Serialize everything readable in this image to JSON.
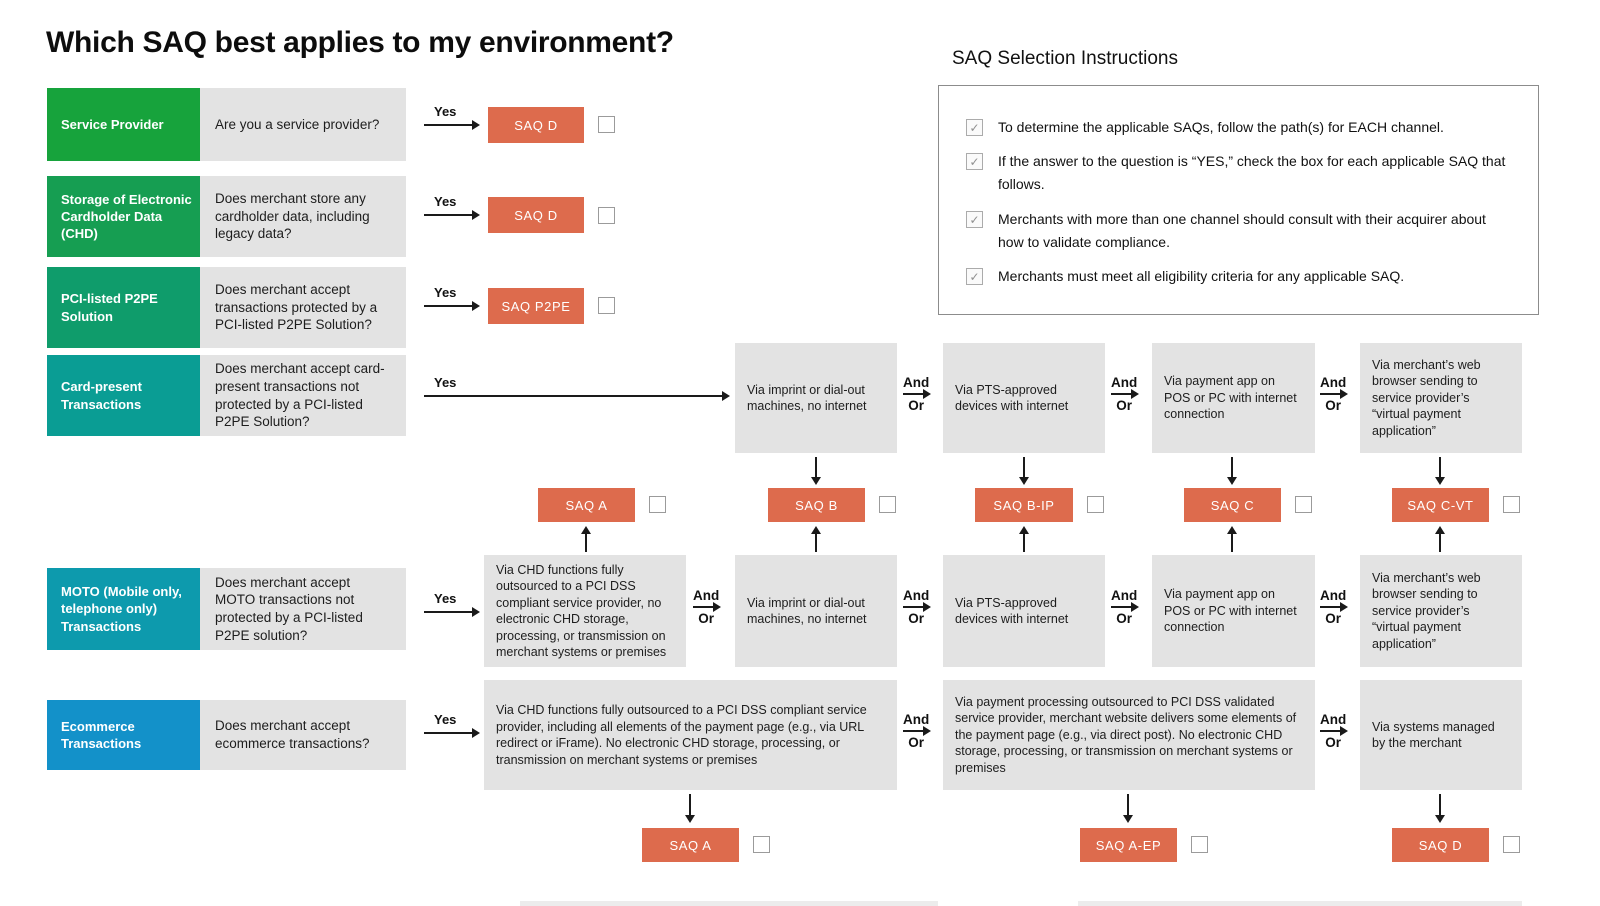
{
  "title": "Which SAQ best applies to my environment?",
  "instructions": {
    "title": "SAQ Selection Instructions",
    "items": [
      "To determine the applicable SAQs, follow the path(s) for EACH channel.",
      "If the answer to the question is “YES,” check the box for each applicable SAQ that follows.",
      "Merchants with more than one channel should consult with their acquirer about how to validate compliance.",
      "Merchants must meet all eligibility criteria for any applicable SAQ."
    ]
  },
  "labels": {
    "yes": "Yes",
    "and": "And",
    "or": "Or"
  },
  "icons": {
    "check": "✓"
  },
  "rows": [
    {
      "label": "Service Provider",
      "question": "Are you a service provider?",
      "color": "#17a33c"
    },
    {
      "label": "Storage of Electronic Cardholder Data (CHD)",
      "question": "Does merchant store any cardholder data, including legacy data?",
      "color": "#169e52"
    },
    {
      "label": "PCI-listed P2PE Solution",
      "question": "Does merchant accept transactions protected by a PCI-listed P2PE Solution?",
      "color": "#0f9c6b"
    },
    {
      "label": "Card-present Transactions",
      "question": "Does merchant accept card-present transactions not protected by a PCI-listed P2PE Solution?",
      "color": "#0a9d94"
    },
    {
      "label": "MOTO (Mobile only, telephone only) Transactions",
      "question": "Does merchant accept MOTO transactions not protected by a PCI-listed P2PE solution?",
      "color": "#0d9aad"
    },
    {
      "label": "Ecommerce Transactions",
      "question": "Does merchant accept ecommerce transactions?",
      "color": "#1391c9"
    }
  ],
  "channels": {
    "card_present": [
      "Via imprint or dial-out machines, no internet",
      "Via PTS-approved devices with internet",
      "Via payment app on POS or PC with internet connection",
      "Via merchant’s web browser sending to service provider’s “virtual payment application”"
    ],
    "moto_first": "Via CHD functions fully outsourced to a PCI DSS compliant service provider, no electronic CHD storage, processing, or transmission on merchant systems or premises",
    "ecommerce": [
      "Via CHD functions fully outsourced to a PCI DSS compliant service provider, including all elements of the payment page (e.g., via URL redirect or iFrame). No electronic CHD storage, processing, or transmission on merchant systems or premises",
      "Via payment processing outsourced to PCI DSS validated service provider, merchant website delivers some elements of the payment page (e.g., via direct post). No electronic CHD storage, processing, or transmission on merchant systems or premises",
      "Via systems managed by the merchant"
    ]
  },
  "saq": {
    "top": [
      "SAQ D",
      "SAQ D",
      "SAQ P2PE"
    ],
    "mid": [
      "SAQ A",
      "SAQ B",
      "SAQ B-IP",
      "SAQ C",
      "SAQ C-VT"
    ],
    "bottom": [
      "SAQ A",
      "SAQ A-EP",
      "SAQ D"
    ]
  },
  "colors": {
    "saq_orange": "#dd6b4d",
    "box_gray": "#e3e3e3"
  }
}
